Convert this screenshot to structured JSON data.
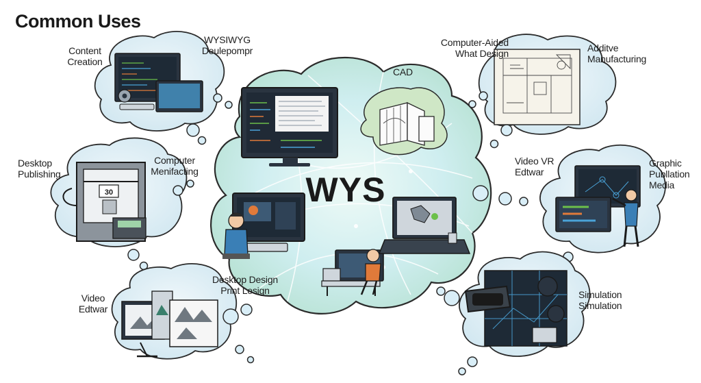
{
  "title": "Common Uses",
  "hub": "WYS",
  "labels": {
    "content_creation": [
      "Content",
      "Creation"
    ],
    "wysiwyg": [
      "WYSIWYG",
      "Deulepompr"
    ],
    "cad": "CAD",
    "computer_aided": [
      "Computer-Aided",
      "What Design"
    ],
    "additive": [
      "Additve",
      "Manufacturing"
    ],
    "desktop_publishing": [
      "Desktop",
      "Publishing"
    ],
    "computer_manufacturing": [
      "Computer",
      "Menifacting"
    ],
    "video_vr": [
      "Video VR",
      "Edtwar"
    ],
    "graphic_publication": [
      "Graphic",
      "Publlation",
      "Media"
    ],
    "desktop_design": [
      "Desktop Design",
      "Print Lesign"
    ],
    "video_editor": [
      "Video",
      "Edtwar"
    ],
    "simulation": [
      "Simulation",
      "Simulation"
    ]
  },
  "colors": {
    "cloud_fill": "#d9eef7",
    "cloud_stroke": "#2b2b2b",
    "hub_fill": "#c9ecf2",
    "hub_green": "#bfe6b8",
    "screen": "#1f2a36",
    "accent_green": "#6cc04a",
    "accent_blue": "#4aa3d8",
    "accent_orange": "#e07a3a"
  },
  "icons": [
    "monitor-icon",
    "3d-printer-icon",
    "cad-model-icon",
    "blueprint-icon",
    "vr-headset-icon",
    "laptop-icon",
    "person-icon",
    "gear-icon"
  ]
}
